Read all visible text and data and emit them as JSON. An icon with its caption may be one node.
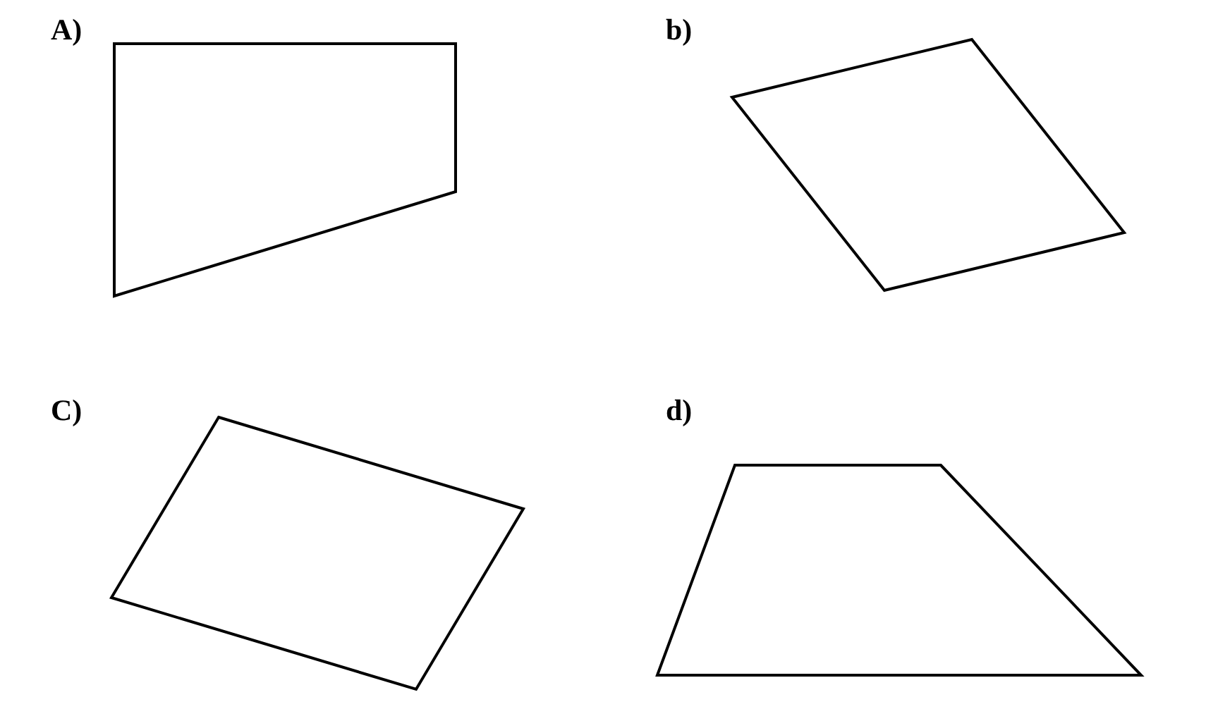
{
  "diagram": {
    "nodes": [
      {
        "text": [],
        "shape": "quadrilateral",
        "beside": [
          "A)"
        ]
      },
      {
        "text": [],
        "shape": "quadrilateral",
        "beside": [
          "b)"
        ]
      },
      {
        "text": [],
        "shape": "quadrilateral",
        "beside": [
          "C)"
        ]
      },
      {
        "text": [],
        "shape": "quadrilateral",
        "beside": [
          "d)"
        ]
      }
    ]
  }
}
